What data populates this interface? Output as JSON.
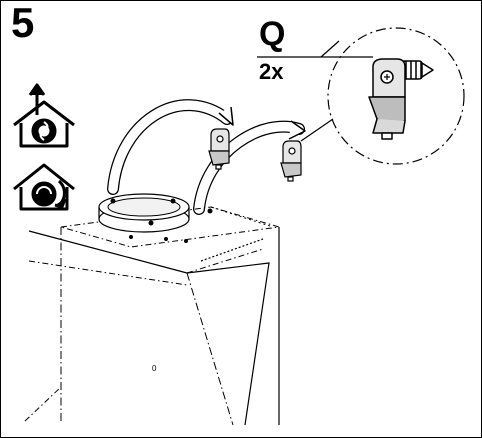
{
  "step": {
    "number": "5"
  },
  "part": {
    "letter": "Q",
    "quantity": "2x"
  },
  "hood": {
    "marker": "0"
  },
  "icons": {
    "extraction_mode": "house-exhaust-arrow-icon",
    "recirculation_mode": "house-recirculation-arrow-icon",
    "bracket": "wall-bracket-with-screw-icon"
  },
  "colors": {
    "line": "#000000",
    "part_fill": "#d9d9d9",
    "background": "#ffffff"
  }
}
